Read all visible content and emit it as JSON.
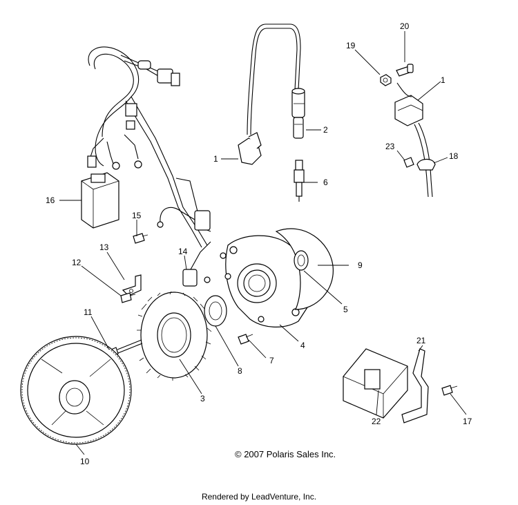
{
  "callouts": [
    {
      "id": "c20",
      "text": "20"
    },
    {
      "id": "c19",
      "text": "19"
    },
    {
      "id": "c1a",
      "text": "1"
    },
    {
      "id": "c2",
      "text": "2"
    },
    {
      "id": "c1b",
      "text": "1"
    },
    {
      "id": "c6",
      "text": "6"
    },
    {
      "id": "c23",
      "text": "23"
    },
    {
      "id": "c18",
      "text": "18"
    },
    {
      "id": "c16",
      "text": "16"
    },
    {
      "id": "c15",
      "text": "15"
    },
    {
      "id": "c13",
      "text": "13"
    },
    {
      "id": "c14",
      "text": "14"
    },
    {
      "id": "c12",
      "text": "12"
    },
    {
      "id": "c9",
      "text": "9"
    },
    {
      "id": "c5",
      "text": "5"
    },
    {
      "id": "c11",
      "text": "11"
    },
    {
      "id": "c4",
      "text": "4"
    },
    {
      "id": "c7",
      "text": "7"
    },
    {
      "id": "c8",
      "text": "8"
    },
    {
      "id": "c21",
      "text": "21"
    },
    {
      "id": "c3",
      "text": "3"
    },
    {
      "id": "c22",
      "text": "22"
    },
    {
      "id": "c17",
      "text": "17"
    },
    {
      "id": "c10",
      "text": "10"
    }
  ],
  "copyright": "© 2007 Polaris Sales Inc.",
  "rendered_by": "Rendered by LeadVenture, Inc.",
  "watermark_text": "LEADVENTURE"
}
